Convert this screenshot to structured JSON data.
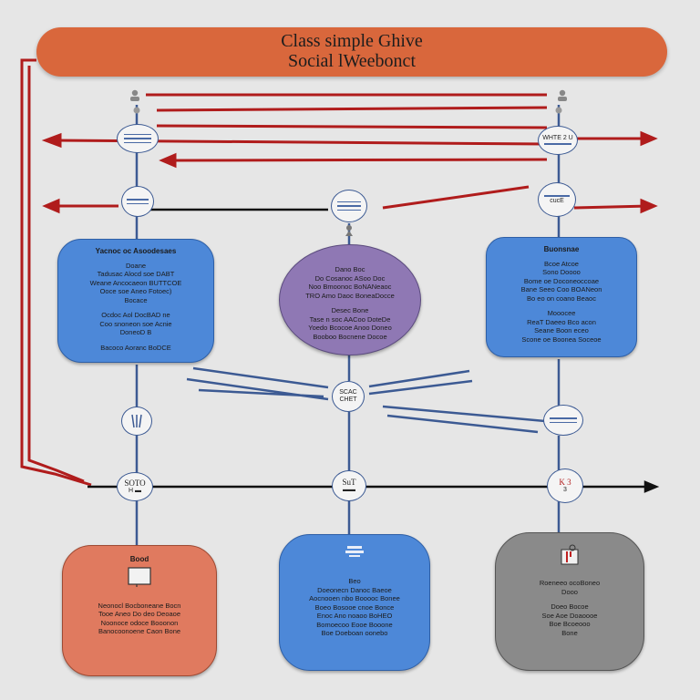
{
  "title": {
    "line1": "Class simple Ghive",
    "line2": "Social lWeebonct"
  },
  "nodes": {
    "left_top": "",
    "right_top": "WHTE 2 U",
    "right_mid": "cucE",
    "mid_a": "SCAC",
    "mid_a2": "CHET",
    "left_sotd": "SOTO",
    "left_sotd2": "H ▬",
    "mid_sub": "SuT",
    "mid_sub2": "▬▬",
    "right_k": "K 3",
    "right_k2": "3"
  },
  "boxes": {
    "left_blue": {
      "head": "Yacnoc oc Asoodesaes",
      "lines": [
        "Doane",
        "Tadusac Alocd soe DABT",
        "Weane Ancocaeon BUTTCOE",
        "Ooce soe Aneo Fotoec)",
        "Bocace",
        "",
        "Ocdoc Aol DocBAD ne",
        "Coo snoneon soe Acnie",
        "DoneoD B",
        "",
        "Bacoco Aoranc BoDCE"
      ]
    },
    "purple": {
      "head": "",
      "lines": [
        "Dano Boc",
        "Do Cosanoc ASoo Doc",
        "Noo Bmoonoc BoNANeaoc",
        "TRO Amo Daoc BoneaDocce",
        "",
        "Desec Bone",
        "Tase n soc AACoo DoteDe",
        "Yoedo Bcocoe Anoo Doneo",
        "Booboo Bocnene Docoe"
      ]
    },
    "right_blue": {
      "head": "Buonsnae",
      "lines": [
        "Bcoe Atcoe",
        "Sono Doooo",
        "Bome oe Doconeoccoae",
        "Bane Seeo Coo BOANeon",
        "Bo eo on coano Beaoc",
        "",
        "Mooocee",
        "ReaT Daeeo Bco acon",
        "Seane Boon eceo",
        "Scone oe Boonea Soceoe"
      ]
    },
    "orange": {
      "head": "Bood",
      "lines": [
        "",
        "",
        "",
        "Neonocl Bocboneane Bocn",
        "Tooe Aneo Do deo Deoaoe",
        "Noonoce odoce Booonon",
        "Banocoonoene Caon Bone"
      ]
    },
    "bottom_blue": {
      "head": "",
      "lines": [
        "",
        "",
        "Beo",
        "Doeonecn Danoc Baeoe",
        "Aocnooen nbo Booooc Bonee",
        "Boeo Bosooe cnoe Bonce",
        "Enoc Ano noaoo BoHEO",
        "Bomoecoo Eooe Booone",
        "Boe Doeboan oonebo"
      ]
    },
    "grey": {
      "head": "",
      "lines": [
        "",
        "",
        "",
        "Roeneeo ocoBoneo",
        "Dooo",
        "",
        "Doeo Bocoe",
        "Soe Aoe Doaoooe",
        "Boe Bcoeooo",
        "Bone"
      ]
    }
  },
  "colors": {
    "banner": "#d9673c",
    "red_line": "#b01c1c",
    "blue_line": "#3c5a93",
    "black_line": "#111111"
  },
  "icons": [
    "person-icon",
    "person-icon",
    "person-icon",
    "person-icon",
    "person-icon",
    "document-icon",
    "flag-icon"
  ]
}
